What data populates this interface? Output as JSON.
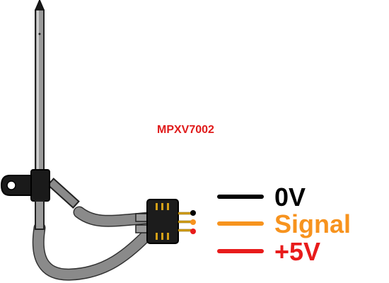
{
  "part_label": "MPXV7002",
  "legend": [
    {
      "label": "0V",
      "color": "#000000"
    },
    {
      "label": "Signal",
      "color": "#f7931e"
    },
    {
      "label": "+5V",
      "color": "#e81b1b"
    }
  ],
  "colors": {
    "label_red": "#e01b1b",
    "tube": "#8a8a8a",
    "tube_inner": "#c8c8c8",
    "probe_gray": "#888888",
    "body_dark": "#1a1a1a",
    "gold": "#d4a017"
  }
}
